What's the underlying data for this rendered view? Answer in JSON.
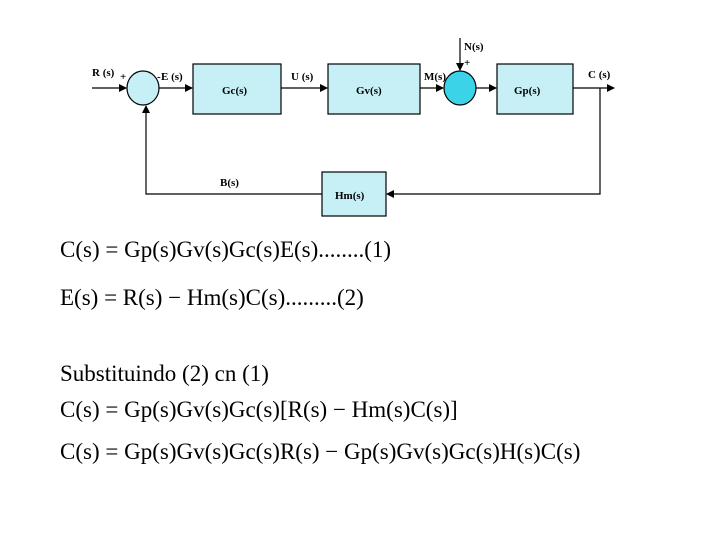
{
  "diagram": {
    "labels": {
      "R": "R (s)",
      "plus1": "+",
      "minus1": "-",
      "E": "E (s)",
      "U": "U (s)",
      "N": "N(s)",
      "plus2": "+",
      "M": "M(s)",
      "C": "C (s)",
      "B": "B(s)"
    },
    "blocks": {
      "gc": "Gc(s)",
      "gv": "Gv(s)",
      "gp": "Gp(s)",
      "hm": "Hm(s)"
    }
  },
  "equations": {
    "eq1": {
      "lhs": "C(s) = ",
      "rhs": "Gp(s)Gv(s)Gc(s)E(s)",
      "tag": "........(1)"
    },
    "eq2": {
      "lhs": "E(s) = ",
      "rhs": "R(s) − Hm(s)C(s)",
      "tag": ".........(2)"
    },
    "substitution_text": "Substituindo   (2) cn (1)",
    "eq3": {
      "lhs": "C(s) = ",
      "rhs": "Gp(s)Gv(s)Gc(s)[R(s) − Hm(s)C(s)]"
    },
    "eq4": {
      "lhs": "C(s) = ",
      "rhs": "Gp(s)Gv(s)Gc(s)R(s) − Gp(s)Gv(s)Gc(s)H(s)C(s)"
    }
  },
  "colors": {
    "block_fill": "#c6f0f6",
    "summing_fill_left": "#c6f0f6",
    "summing_fill_right": "#3ad3e8"
  }
}
